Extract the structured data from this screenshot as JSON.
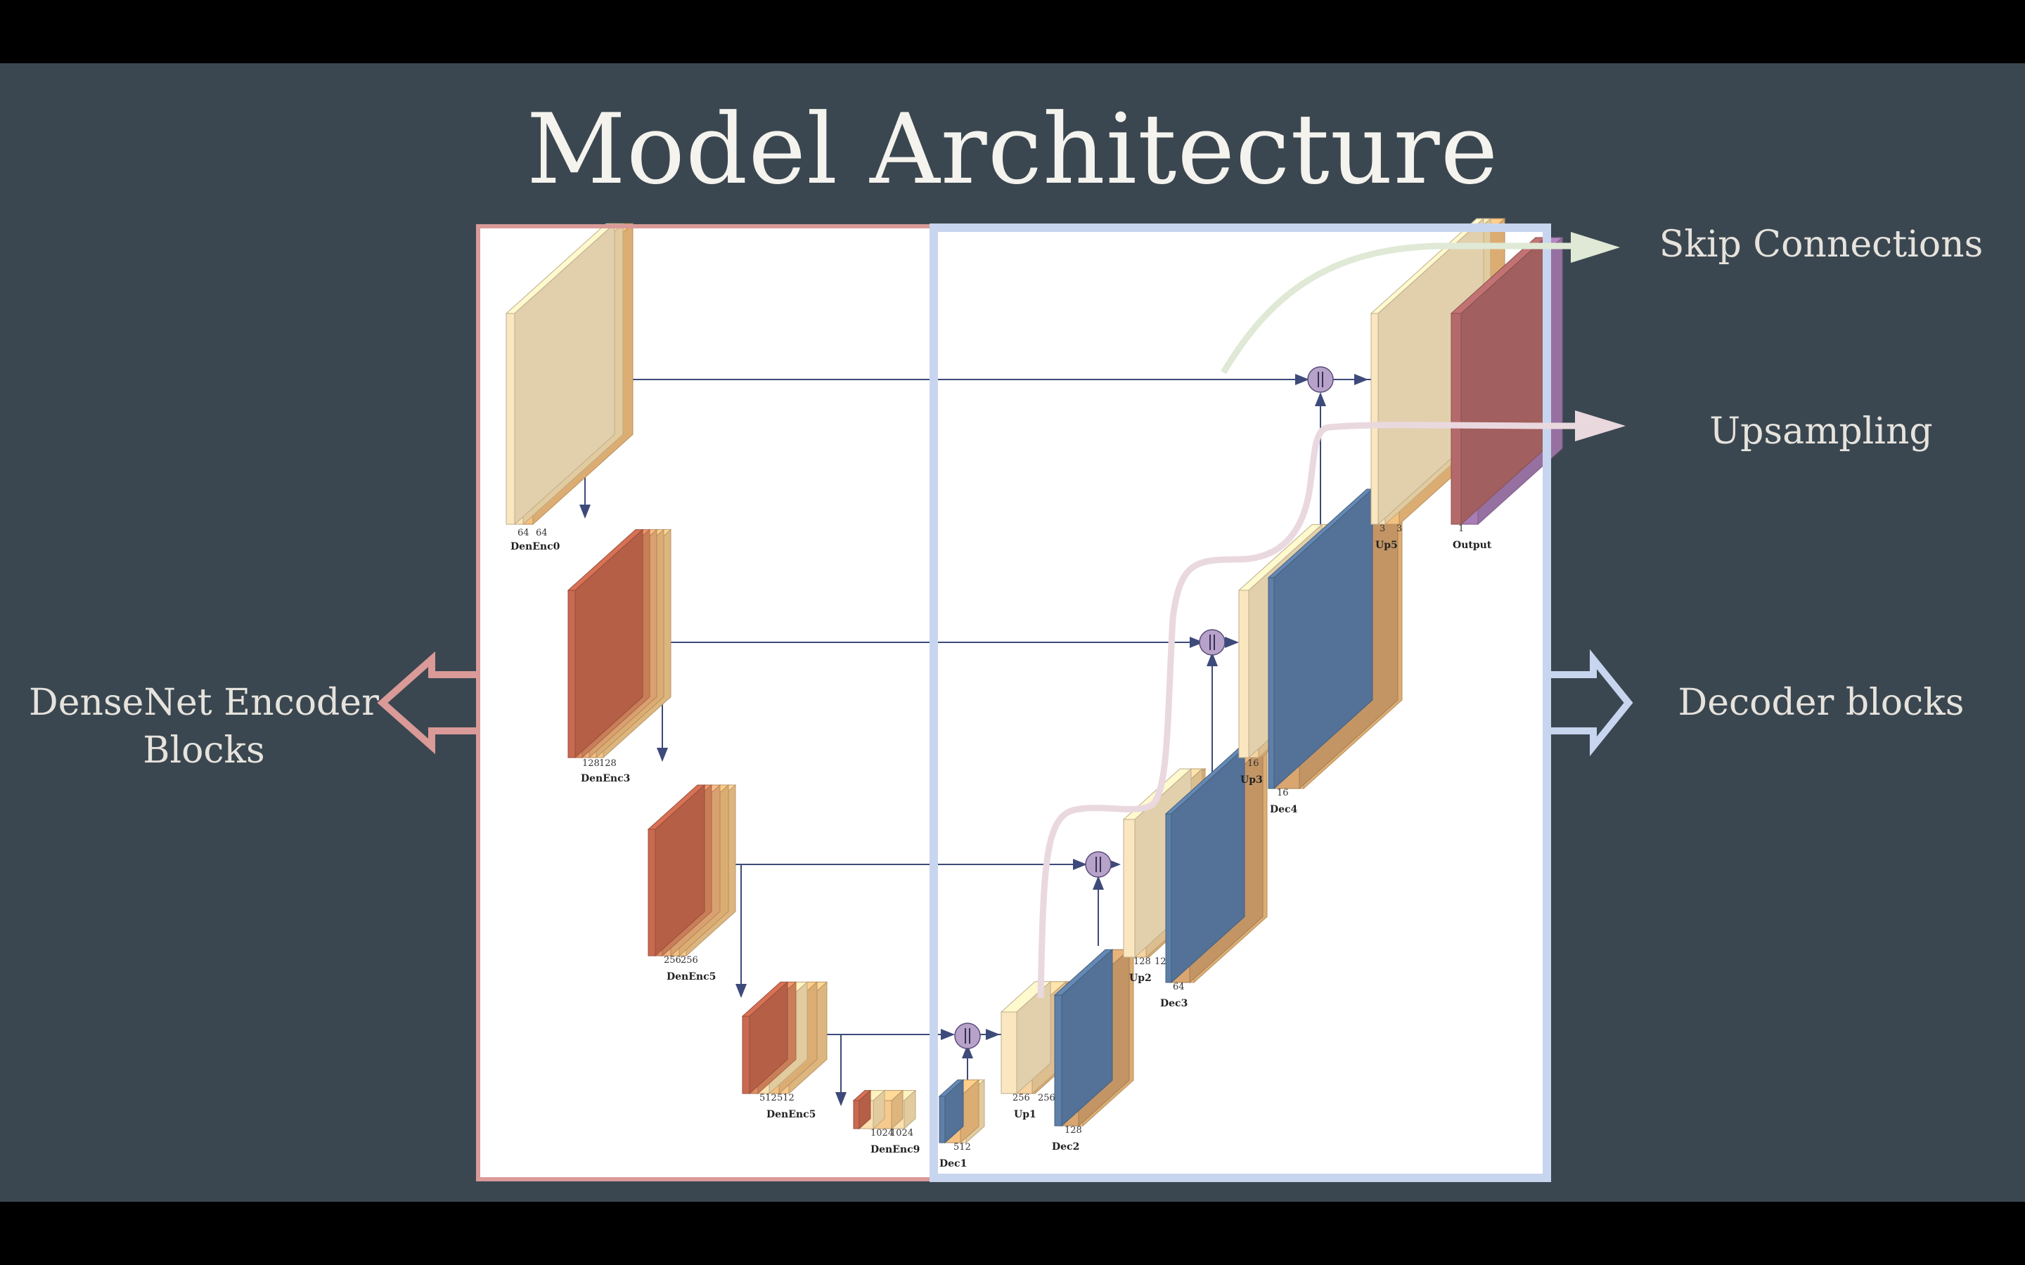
{
  "title": "Model Architecture",
  "annotations": {
    "encoder": [
      "DenseNet Encoder",
      "Blocks"
    ],
    "decoder": "Decoder blocks",
    "skip": "Skip Connections",
    "upsampling": "Upsampling"
  },
  "colors": {
    "background": "#3b4750",
    "encoder_frame": "#d99a98",
    "decoder_frame": "#c8d5ef",
    "skip_arrow": "#dfe9d6",
    "upsampling_arrow": "#ead8df",
    "block_fill": "#f4c07f",
    "dense_layer": "#c9694f",
    "decoder_layer": "#5d7fa8",
    "output_layer": "#a87cb4"
  },
  "blocks": [
    {
      "name": "DenEnc0",
      "channels": [
        "64",
        "64"
      ]
    },
    {
      "name": "DenEnc3",
      "channels": [
        "128",
        "128"
      ]
    },
    {
      "name": "DenEnc5",
      "channels": [
        "256",
        "256"
      ]
    },
    {
      "name": "DenEnc5",
      "channels": [
        "512",
        "512"
      ]
    },
    {
      "name": "DenEnc9",
      "channels": [
        "1024",
        "1024"
      ]
    },
    {
      "name": "Dec1",
      "channels": [
        "512"
      ]
    },
    {
      "name": "Up1",
      "channels": [
        "256",
        "256"
      ]
    },
    {
      "name": "Dec2",
      "channels": [
        "128"
      ]
    },
    {
      "name": "Up2",
      "channels": [
        "128",
        "128"
      ]
    },
    {
      "name": "Dec3",
      "channels": [
        "64"
      ]
    },
    {
      "name": "Up3",
      "channels": [
        "16",
        "16"
      ]
    },
    {
      "name": "Dec4",
      "channels": [
        "16"
      ]
    },
    {
      "name": "Up5",
      "channels": [
        "3",
        "3"
      ]
    },
    {
      "name": "Output",
      "channels": [
        "1"
      ]
    }
  ]
}
